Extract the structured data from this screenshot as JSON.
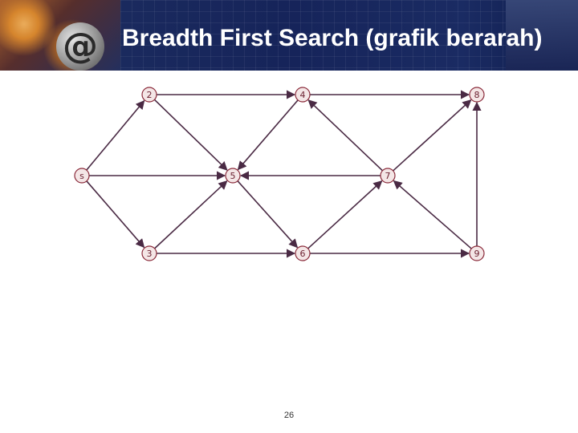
{
  "slide": {
    "title": "Breadth First Search (grafik berarah)",
    "page_number": "26",
    "logo_icon": "at-sign-icon"
  },
  "graph": {
    "directed": true,
    "nodes": [
      {
        "id": "2",
        "label": "2"
      },
      {
        "id": "4",
        "label": "4"
      },
      {
        "id": "8",
        "label": "8"
      },
      {
        "id": "s",
        "label": "s"
      },
      {
        "id": "5",
        "label": "5"
      },
      {
        "id": "7",
        "label": "7"
      },
      {
        "id": "3",
        "label": "3"
      },
      {
        "id": "6",
        "label": "6"
      },
      {
        "id": "9",
        "label": "9"
      }
    ],
    "edges": [
      {
        "from": "s",
        "to": "2"
      },
      {
        "from": "s",
        "to": "5"
      },
      {
        "from": "s",
        "to": "3"
      },
      {
        "from": "2",
        "to": "4"
      },
      {
        "from": "2",
        "to": "5"
      },
      {
        "from": "4",
        "to": "5"
      },
      {
        "from": "4",
        "to": "8"
      },
      {
        "from": "7",
        "to": "4"
      },
      {
        "from": "7",
        "to": "5"
      },
      {
        "from": "7",
        "to": "8"
      },
      {
        "from": "3",
        "to": "5"
      },
      {
        "from": "5",
        "to": "6"
      },
      {
        "from": "3",
        "to": "6"
      },
      {
        "from": "6",
        "to": "7"
      },
      {
        "from": "9",
        "to": "7"
      },
      {
        "from": "6",
        "to": "9"
      },
      {
        "from": "9",
        "to": "8"
      }
    ]
  }
}
